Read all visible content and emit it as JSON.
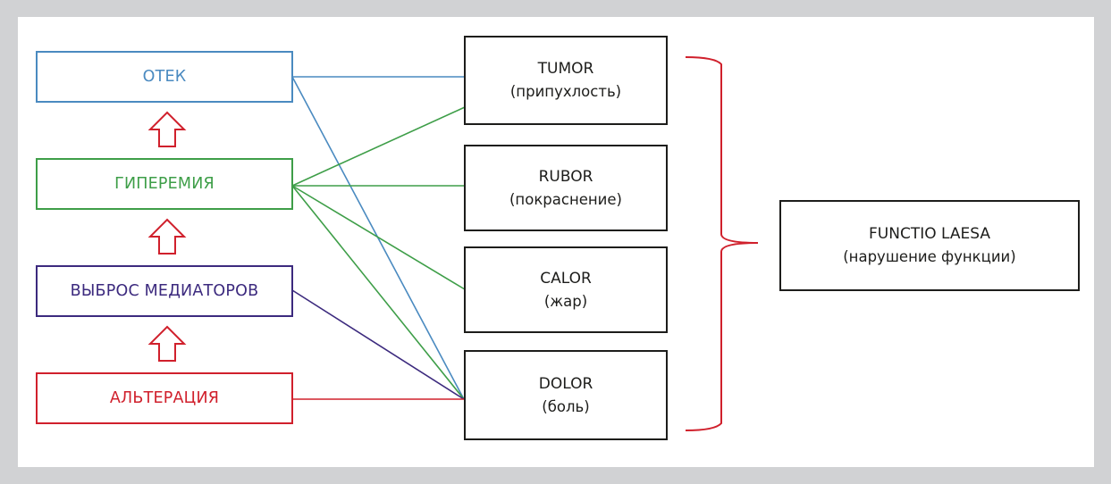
{
  "diagram": {
    "colors": {
      "edema": "#4a8ac0",
      "hyperemia": "#3e9e48",
      "mediators": "#3c2a7e",
      "alteration": "#d0202c",
      "arrow": "#d0202c",
      "brace": "#d0202c",
      "sign_border": "#1d1d1b",
      "background": "#d1d2d4"
    },
    "process_chain": [
      {
        "id": "edema",
        "label": "ОТЕК"
      },
      {
        "id": "hyperemia",
        "label": "ГИПЕРЕМИЯ"
      },
      {
        "id": "mediators",
        "label": "ВЫБРОС МЕДИАТОРОВ"
      },
      {
        "id": "alteration",
        "label": "АЛЬТЕРАЦИЯ"
      }
    ],
    "chain_direction": "bottom-to-top",
    "signs": [
      {
        "id": "tumor",
        "latin": "TUMOR",
        "russian": "(припухлость)"
      },
      {
        "id": "rubor",
        "latin": "RUBOR",
        "russian": "(покраснение)"
      },
      {
        "id": "calor",
        "latin": "CALOR",
        "russian": "(жар)"
      },
      {
        "id": "dolor",
        "latin": "DOLOR",
        "russian": "(боль)"
      }
    ],
    "result": {
      "latin": "FUNCTIO LAESA",
      "russian": "(нарушение функции)"
    },
    "connections": [
      {
        "from": "edema",
        "to": "tumor"
      },
      {
        "from": "edema",
        "to": "dolor"
      },
      {
        "from": "hyperemia",
        "to": "tumor"
      },
      {
        "from": "hyperemia",
        "to": "rubor"
      },
      {
        "from": "hyperemia",
        "to": "calor"
      },
      {
        "from": "hyperemia",
        "to": "dolor"
      },
      {
        "from": "mediators",
        "to": "dolor"
      },
      {
        "from": "alteration",
        "to": "dolor"
      }
    ],
    "brace": {
      "groups": [
        "tumor",
        "rubor",
        "calor",
        "dolor"
      ],
      "points_to": "result"
    }
  }
}
